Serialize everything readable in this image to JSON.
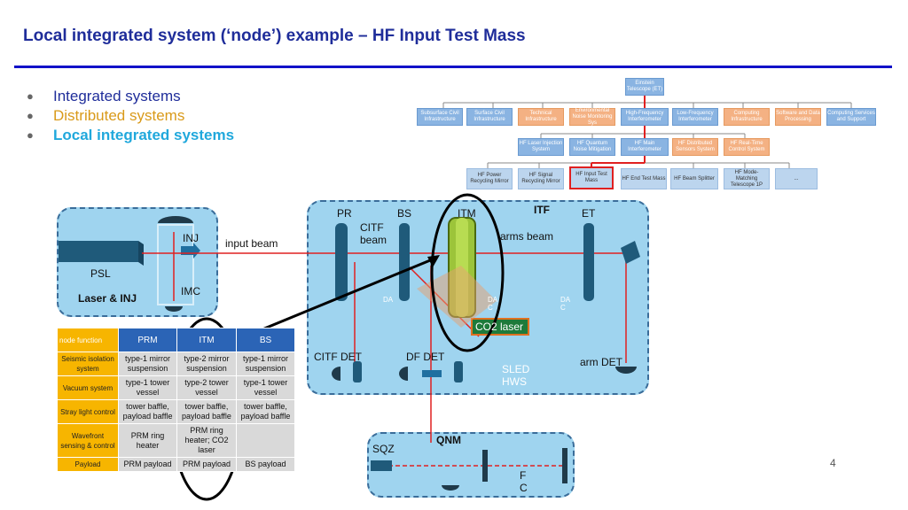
{
  "title": "Local integrated system (‘node’) example – HF Input Test Mass",
  "bullets": [
    "Integrated systems",
    "Distributed systems",
    "Local integrated systems"
  ],
  "page_number": "4",
  "org": {
    "root": "Einstein Telescope (ET)",
    "level1": [
      "Subsurface Civil Infrastructure",
      "Surface Civil Infrastructure",
      "Technical Infrastructure",
      "Environmental Noise Monitoring Sys",
      "High-Frequency Interferometer",
      "Low-Frequency Interferometer",
      "Computing Infrastructure",
      "Software and Data Processing",
      "Computing Services and Support"
    ],
    "level2": [
      "HF Laser Injection System",
      "HF Quantum Noise Mitigation",
      "HF Main Interferometer",
      "HF Distributed Sensors System",
      "HF Real-Time Control System"
    ],
    "level3": [
      "HF Power Recycling Mirror",
      "HF Signal Recycling Mirror",
      "HF Input Test Mass",
      "HF End Test Mass",
      "HF Beam Splitter",
      "HF Mode-Matching Telescope 1P",
      "..."
    ]
  },
  "diagram": {
    "inj_panel": {
      "inj": "INJ",
      "input_beam": "input beam",
      "psl": "PSL",
      "imc": "IMC",
      "laser_inj": "Laser & INJ"
    },
    "itf_panel": {
      "pr": "PR",
      "bs": "BS",
      "itm": "ITM",
      "itf": "ITF",
      "et": "ET",
      "citf_beam": "CITF beam",
      "arms_beam": "arms beam",
      "co2_laser": "CO2 laser",
      "citf_det": "CITF DET",
      "df_det": "DF DET",
      "sled_hws": "SLED HWS",
      "arm_det": "arm DET",
      "dac1": "DA",
      "dac2": "DA C",
      "dac3": "DA C"
    },
    "qnm_panel": {
      "sqz": "SQZ",
      "qnm": "QNM",
      "fc": "F C"
    }
  },
  "table": {
    "corner": "node function",
    "columns": [
      "PRM",
      "ITM",
      "BS"
    ],
    "rows": [
      {
        "label": "Seismic isolation system",
        "cells": [
          "type-1 mirror suspension",
          "type-2 mirror suspension",
          "type-1 mirror suspension"
        ]
      },
      {
        "label": "Vacuum system",
        "cells": [
          "type-1 tower vessel",
          "type-2 tower vessel",
          "type-1 tower vessel"
        ]
      },
      {
        "label": "Stray light control",
        "cells": [
          "tower baffle, payload baffle",
          "tower baffle, payload baffle",
          "tower baffle, payload baffle"
        ]
      },
      {
        "label": "Wavefront sensing & control",
        "cells": [
          "PRM ring heater",
          "PRM ring heater; CO2 laser",
          ""
        ]
      },
      {
        "label": "Payload",
        "cells": [
          "PRM payload",
          "PRM payload",
          "BS payload"
        ]
      }
    ]
  },
  "colors": {
    "title": "#1f2d9a",
    "rule": "#1212c8",
    "panel": "#9fd4ef",
    "beam": "#e02020",
    "table_header": "#2b64b6",
    "table_row_header": "#f7b500"
  }
}
